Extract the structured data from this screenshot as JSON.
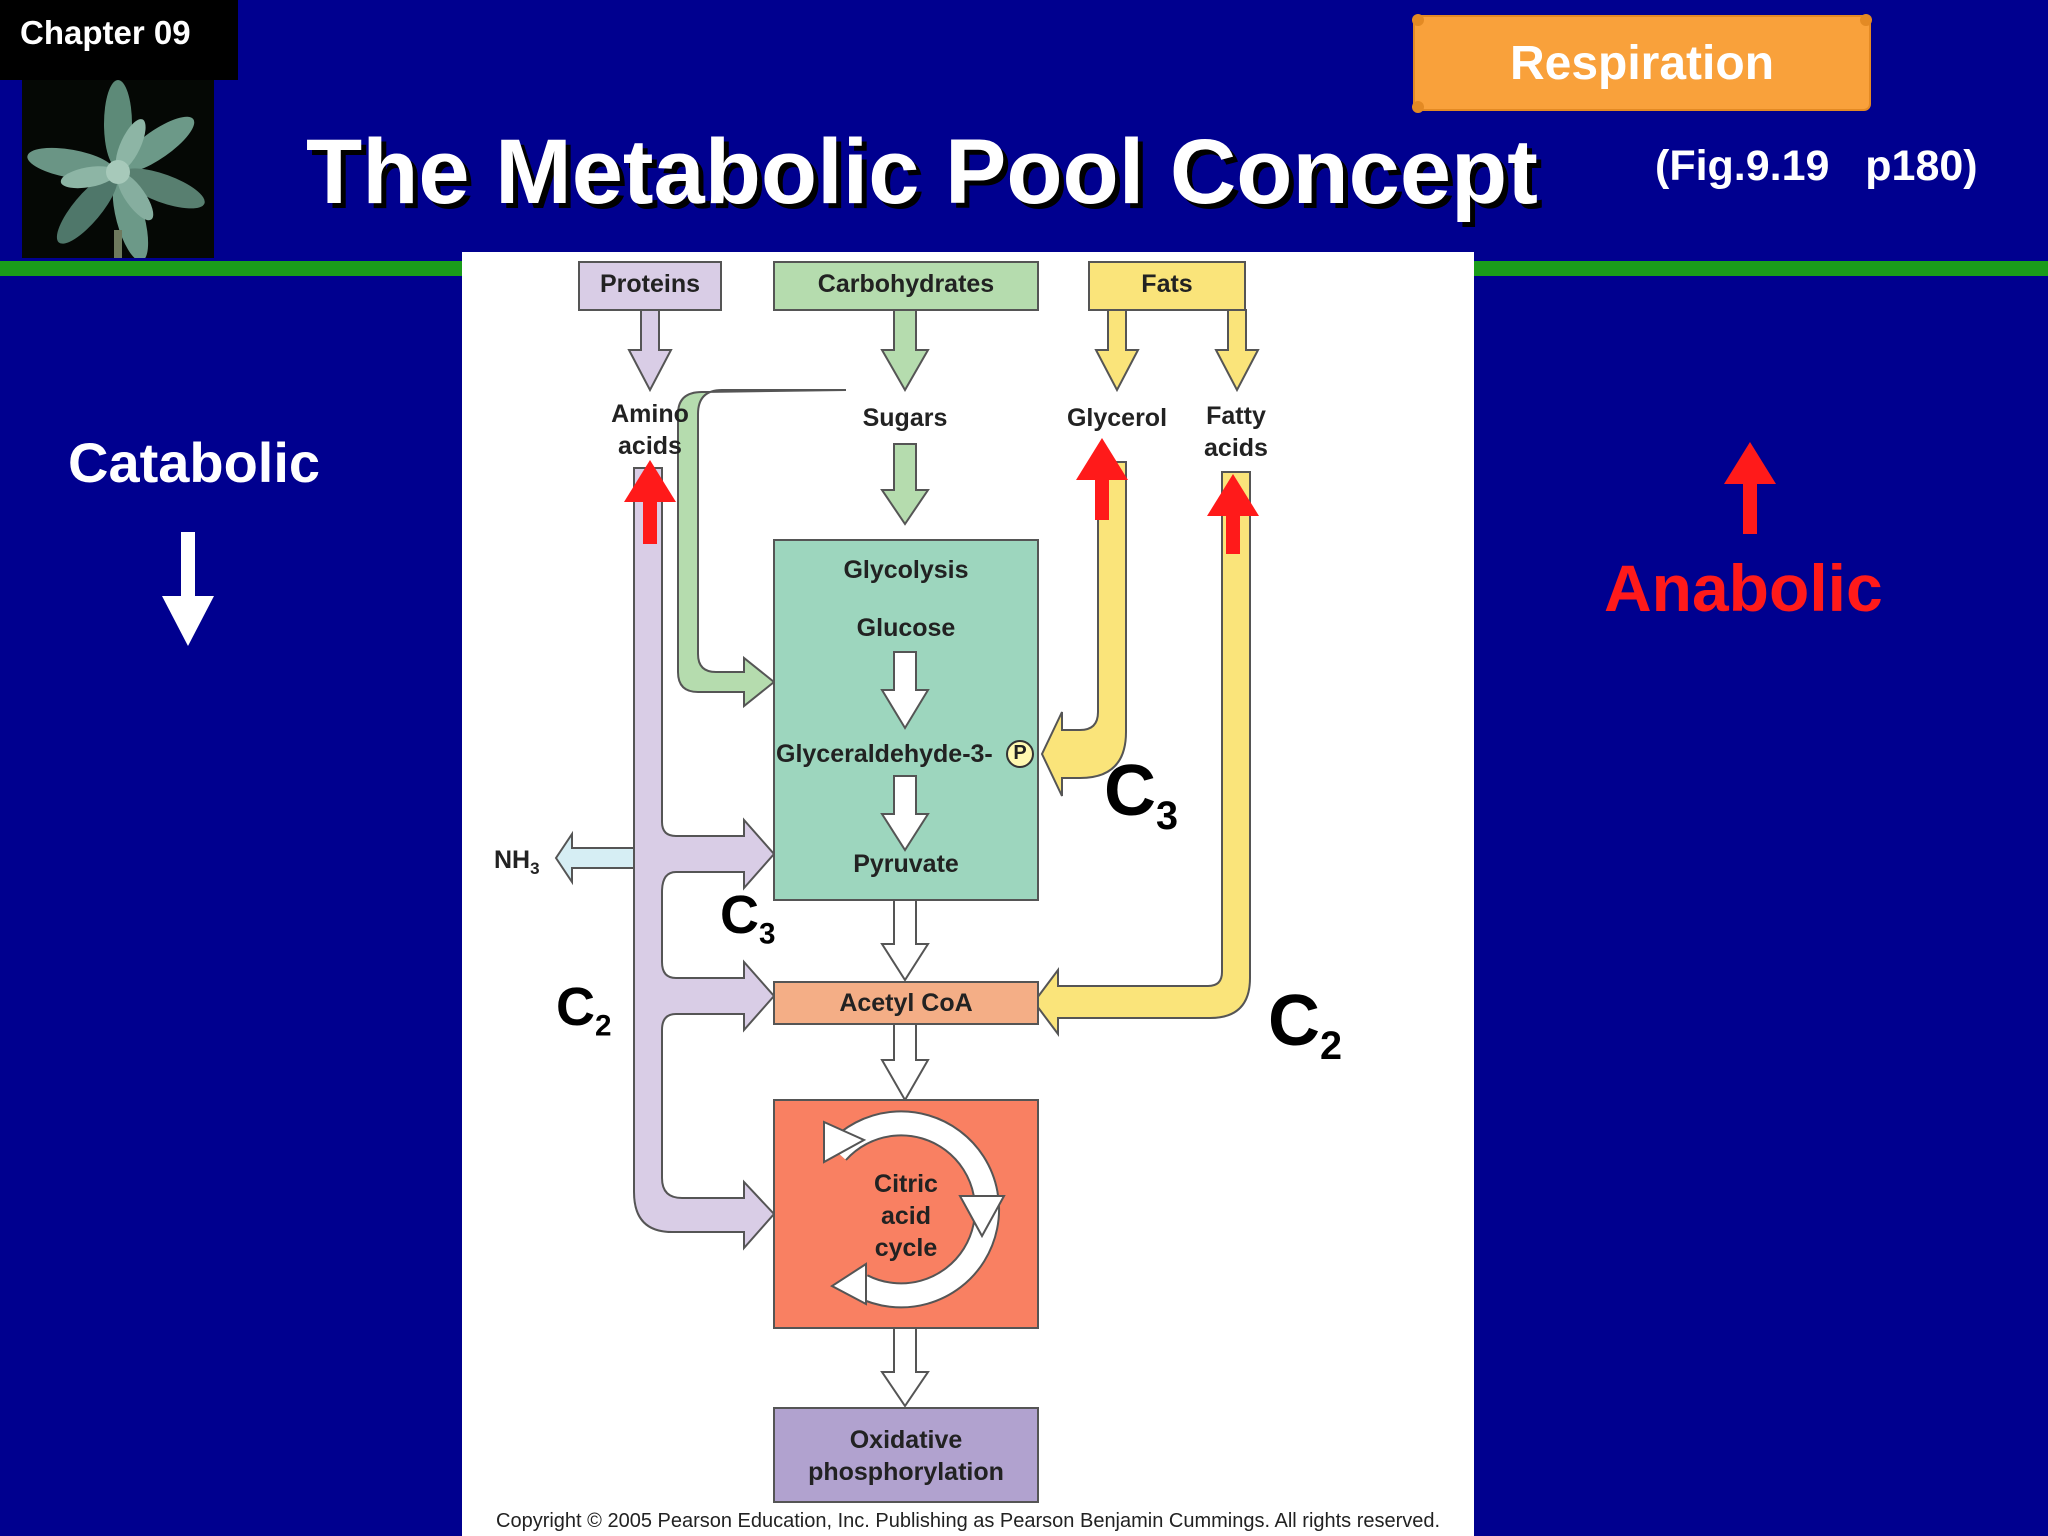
{
  "header": {
    "chapter": "Chapter 09",
    "banner": "Respiration",
    "title": "The Metabolic Pool Concept",
    "fig_ref": "(Fig.9.19   p180)"
  },
  "side_labels": {
    "catabolic": "Catabolic",
    "anabolic": "Anabolic"
  },
  "diagram": {
    "sources": {
      "proteins": "Proteins",
      "carbohydrates": "Carbohydrates",
      "fats": "Fats"
    },
    "intermediates": {
      "amino_acids": "Amino acids",
      "sugars": "Sugars",
      "glycerol": "Glycerol",
      "fatty_acids": "Fatty acids",
      "nh3": "NH",
      "nh3_sub": "3"
    },
    "glycolysis": {
      "title": "Glycolysis",
      "glucose": "Glucose",
      "g3p": "Glyceraldehyde-3-",
      "phosphate": "P",
      "pyruvate": "Pyruvate"
    },
    "acetyl_coa": "Acetyl CoA",
    "citric": "Citric acid cycle",
    "oxphos": "Oxidative phosphorylation",
    "copyright": "Copyright ©  2005 Pearson Education, Inc. Publishing as Pearson Benjamin Cummings. All rights reserved.",
    "carbon_labels": {
      "c_letter": "C",
      "c3_sub": "3",
      "c2_sub": "2"
    }
  },
  "colors": {
    "background": "#00008f",
    "protein": "#d9cde6",
    "carb": "#b5dcae",
    "fat": "#fae47a",
    "glycolysis": "#9dd6be",
    "acetyl": "#f4ae86",
    "citric": "#f98062",
    "oxphos": "#b1a2cf",
    "anabolic": "#ff1a1a"
  }
}
